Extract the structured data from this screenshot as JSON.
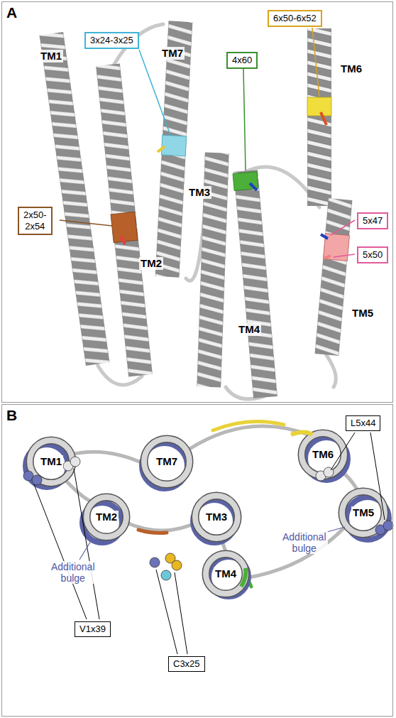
{
  "diagram": {
    "nodes": [
      {
        "text": [
          "A"
        ]
      },
      {
        "text": [
          "3x24-3x25"
        ],
        "in": 0
      },
      {
        "text": [
          "6x50-6x52"
        ],
        "in": 0
      },
      {
        "text": [
          "4x60"
        ],
        "in": 0
      },
      {
        "text": [
          "2x50- 2x54"
        ],
        "in": 0
      },
      {
        "text": [
          "5x47"
        ],
        "in": 0
      },
      {
        "text": [
          "5x50"
        ],
        "in": 0
      },
      {
        "text": [
          "B"
        ]
      },
      {
        "text": [
          "L5x44"
        ],
        "in": 7
      },
      {
        "text": [
          "V1x39"
        ],
        "in": 7
      },
      {
        "text": [
          "C3x25"
        ],
        "in": 7
      }
    ],
    "labels": [
      "TM1",
      "TM7",
      "TM6",
      "TM3",
      "TM2",
      "TM4",
      "TM5",
      "TM7",
      "TM1",
      "TM6",
      "TM2",
      "TM3",
      "TM5",
      "TM4",
      "Additional bulge",
      "Additional bulge"
    ]
  }
}
